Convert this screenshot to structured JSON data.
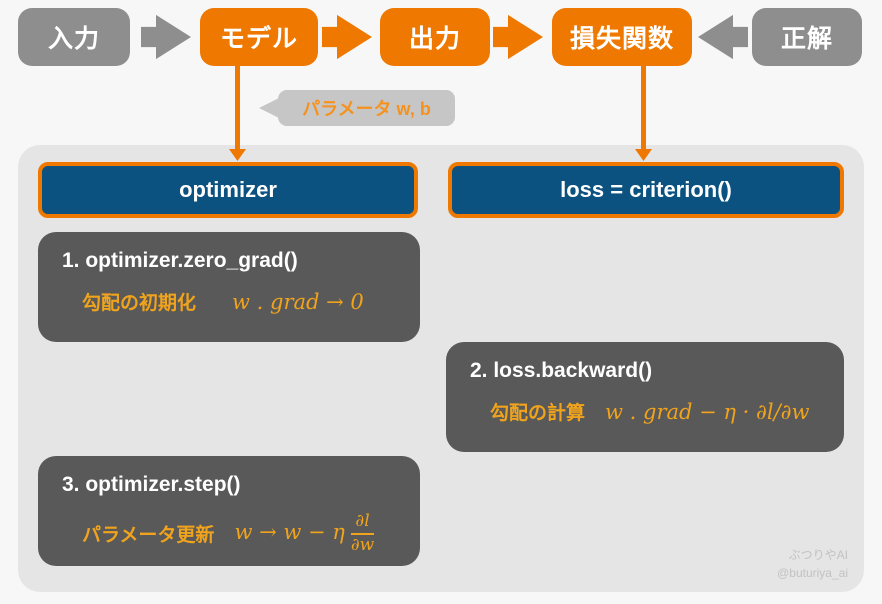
{
  "flow": {
    "nodes": [
      {
        "label": "入力",
        "variant": "gray"
      },
      {
        "label": "モデル",
        "variant": "orange"
      },
      {
        "label": "出力",
        "variant": "orange"
      },
      {
        "label": "損失関数",
        "variant": "orange"
      },
      {
        "label": "正解",
        "variant": "gray"
      }
    ]
  },
  "bubble": {
    "text": "パラメータ w, b"
  },
  "panel": {
    "headers": [
      {
        "label": "optimizer"
      },
      {
        "label": "loss = criterion()"
      }
    ],
    "steps": [
      {
        "title": "1. optimizer.zero_grad()",
        "label": "勾配の初期化",
        "math": "w . grad → 0"
      },
      {
        "title": "2. loss.backward()",
        "label": "勾配の計算",
        "math": "w . grad − η · ∂l/∂w"
      },
      {
        "title": "3. optimizer.step()",
        "label": "パラメータ更新",
        "math_prefix": "w → w − η",
        "frac_numerator": "∂l",
        "frac_denominator": "∂w"
      }
    ],
    "watermark": {
      "line1": "ぶつりやAI",
      "line2": "@buturiya_ai"
    }
  },
  "colors": {
    "orange": "#ee7800",
    "gray_node": "#8e8e8e",
    "blue_header": "#0b5280",
    "dark_box": "#595959",
    "amber_text": "#f0a31c",
    "bubble_bg": "#c6c6c6",
    "bubble_text": "#f5921e",
    "panel_bg": "#e5e5e5",
    "page_bg": "#f7f7f7"
  }
}
